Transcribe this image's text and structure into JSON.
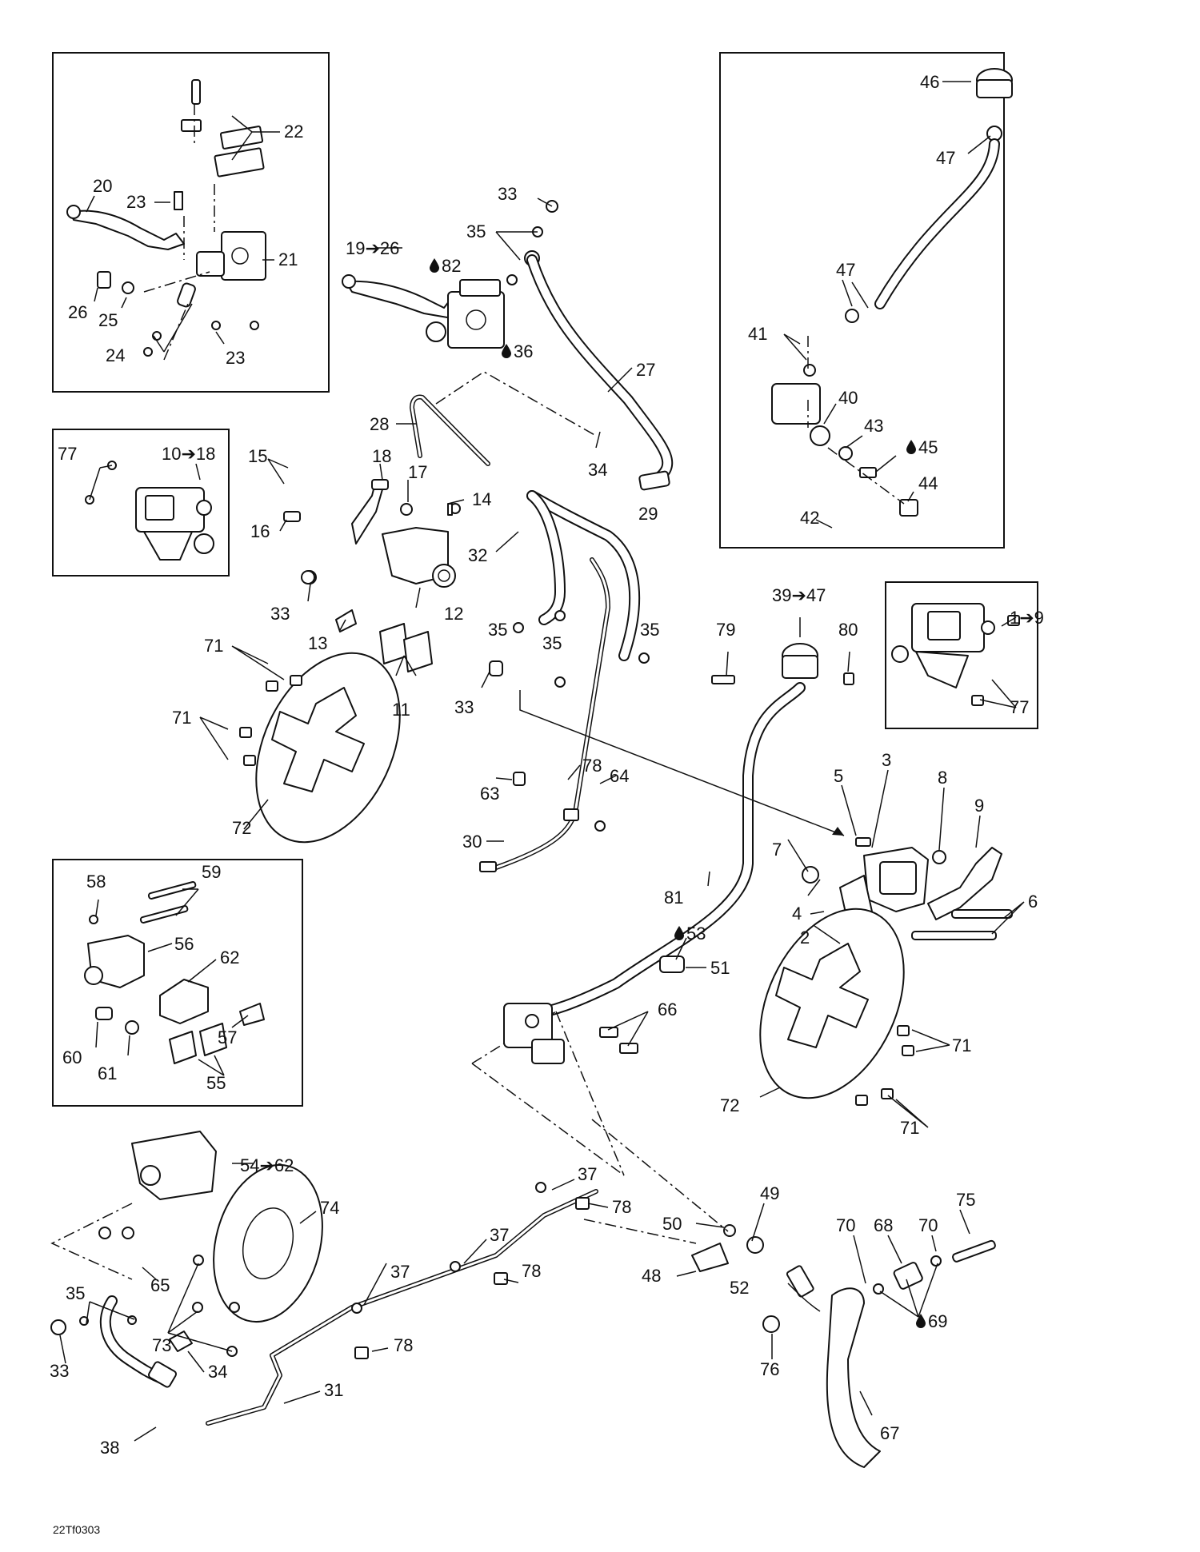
{
  "diagram_code": "22Tf0303",
  "callouts": [
    {
      "id": "c22",
      "text": "22"
    },
    {
      "id": "c20",
      "text": "20"
    },
    {
      "id": "c23a",
      "text": "23"
    },
    {
      "id": "c21",
      "text": "21"
    },
    {
      "id": "c26",
      "text": "26"
    },
    {
      "id": "c25",
      "text": "25"
    },
    {
      "id": "c24",
      "text": "24"
    },
    {
      "id": "c23b",
      "text": "23"
    },
    {
      "id": "c33a",
      "text": "33"
    },
    {
      "id": "c35a",
      "text": "35"
    },
    {
      "id": "c19_26",
      "text": "19➔26"
    },
    {
      "id": "c82",
      "text": "82"
    },
    {
      "id": "c36",
      "text": "36"
    },
    {
      "id": "c27",
      "text": "27"
    },
    {
      "id": "c28",
      "text": "28"
    },
    {
      "id": "c34a",
      "text": "34"
    },
    {
      "id": "c77a",
      "text": "77"
    },
    {
      "id": "c10_18",
      "text": "10➔18"
    },
    {
      "id": "c15",
      "text": "15"
    },
    {
      "id": "c18",
      "text": "18"
    },
    {
      "id": "c17",
      "text": "17"
    },
    {
      "id": "c14",
      "text": "14"
    },
    {
      "id": "c16",
      "text": "16"
    },
    {
      "id": "c32",
      "text": "32"
    },
    {
      "id": "c29",
      "text": "29"
    },
    {
      "id": "c33b",
      "text": "33"
    },
    {
      "id": "c12",
      "text": "12"
    },
    {
      "id": "c13",
      "text": "13"
    },
    {
      "id": "c35b",
      "text": "35"
    },
    {
      "id": "c35c",
      "text": "35"
    },
    {
      "id": "c35d",
      "text": "35"
    },
    {
      "id": "c71a",
      "text": "71"
    },
    {
      "id": "c11",
      "text": "11"
    },
    {
      "id": "c33c",
      "text": "33"
    },
    {
      "id": "c71b",
      "text": "71"
    },
    {
      "id": "c78a",
      "text": "78"
    },
    {
      "id": "c64",
      "text": "64"
    },
    {
      "id": "c63",
      "text": "63"
    },
    {
      "id": "c72a",
      "text": "72"
    },
    {
      "id": "c30",
      "text": "30"
    },
    {
      "id": "c46",
      "text": "46"
    },
    {
      "id": "c47a",
      "text": "47"
    },
    {
      "id": "c47b",
      "text": "47"
    },
    {
      "id": "c41",
      "text": "41"
    },
    {
      "id": "c40",
      "text": "40"
    },
    {
      "id": "c43",
      "text": "43"
    },
    {
      "id": "c45",
      "text": "45"
    },
    {
      "id": "c44",
      "text": "44"
    },
    {
      "id": "c42",
      "text": "42"
    },
    {
      "id": "c39_47",
      "text": "39➔47"
    },
    {
      "id": "c79",
      "text": "79"
    },
    {
      "id": "c80",
      "text": "80"
    },
    {
      "id": "c1_9",
      "text": "1➔9"
    },
    {
      "id": "c77b",
      "text": "77"
    },
    {
      "id": "c5",
      "text": "5"
    },
    {
      "id": "c3",
      "text": "3"
    },
    {
      "id": "c8",
      "text": "8"
    },
    {
      "id": "c9",
      "text": "9"
    },
    {
      "id": "c7",
      "text": "7"
    },
    {
      "id": "c4",
      "text": "4"
    },
    {
      "id": "c6",
      "text": "6"
    },
    {
      "id": "c2",
      "text": "2"
    },
    {
      "id": "c58",
      "text": "58"
    },
    {
      "id": "c59",
      "text": "59"
    },
    {
      "id": "c56",
      "text": "56"
    },
    {
      "id": "c62",
      "text": "62"
    },
    {
      "id": "c57",
      "text": "57"
    },
    {
      "id": "c60",
      "text": "60"
    },
    {
      "id": "c61",
      "text": "61"
    },
    {
      "id": "c55",
      "text": "55"
    },
    {
      "id": "c81",
      "text": "81"
    },
    {
      "id": "c53",
      "text": "53"
    },
    {
      "id": "c51",
      "text": "51"
    },
    {
      "id": "c66",
      "text": "66"
    },
    {
      "id": "c71c",
      "text": "71"
    },
    {
      "id": "c72b",
      "text": "72"
    },
    {
      "id": "c71d",
      "text": "71"
    },
    {
      "id": "c54_62",
      "text": "54➔62"
    },
    {
      "id": "c74",
      "text": "74"
    },
    {
      "id": "c65",
      "text": "65"
    },
    {
      "id": "c73",
      "text": "73"
    },
    {
      "id": "c35e",
      "text": "35"
    },
    {
      "id": "c33d",
      "text": "33"
    },
    {
      "id": "c34b",
      "text": "34"
    },
    {
      "id": "c38",
      "text": "38"
    },
    {
      "id": "c31",
      "text": "31"
    },
    {
      "id": "c37a",
      "text": "37"
    },
    {
      "id": "c78b",
      "text": "78"
    },
    {
      "id": "c37b",
      "text": "37"
    },
    {
      "id": "c78c",
      "text": "78"
    },
    {
      "id": "c37c",
      "text": "37"
    },
    {
      "id": "c78d",
      "text": "78"
    },
    {
      "id": "c50",
      "text": "50"
    },
    {
      "id": "c49",
      "text": "49"
    },
    {
      "id": "c48",
      "text": "48"
    },
    {
      "id": "c52",
      "text": "52"
    },
    {
      "id": "c75",
      "text": "75"
    },
    {
      "id": "c70a",
      "text": "70"
    },
    {
      "id": "c68",
      "text": "68"
    },
    {
      "id": "c70b",
      "text": "70"
    },
    {
      "id": "c69",
      "text": "69"
    },
    {
      "id": "c76",
      "text": "76"
    },
    {
      "id": "c67",
      "text": "67"
    }
  ]
}
